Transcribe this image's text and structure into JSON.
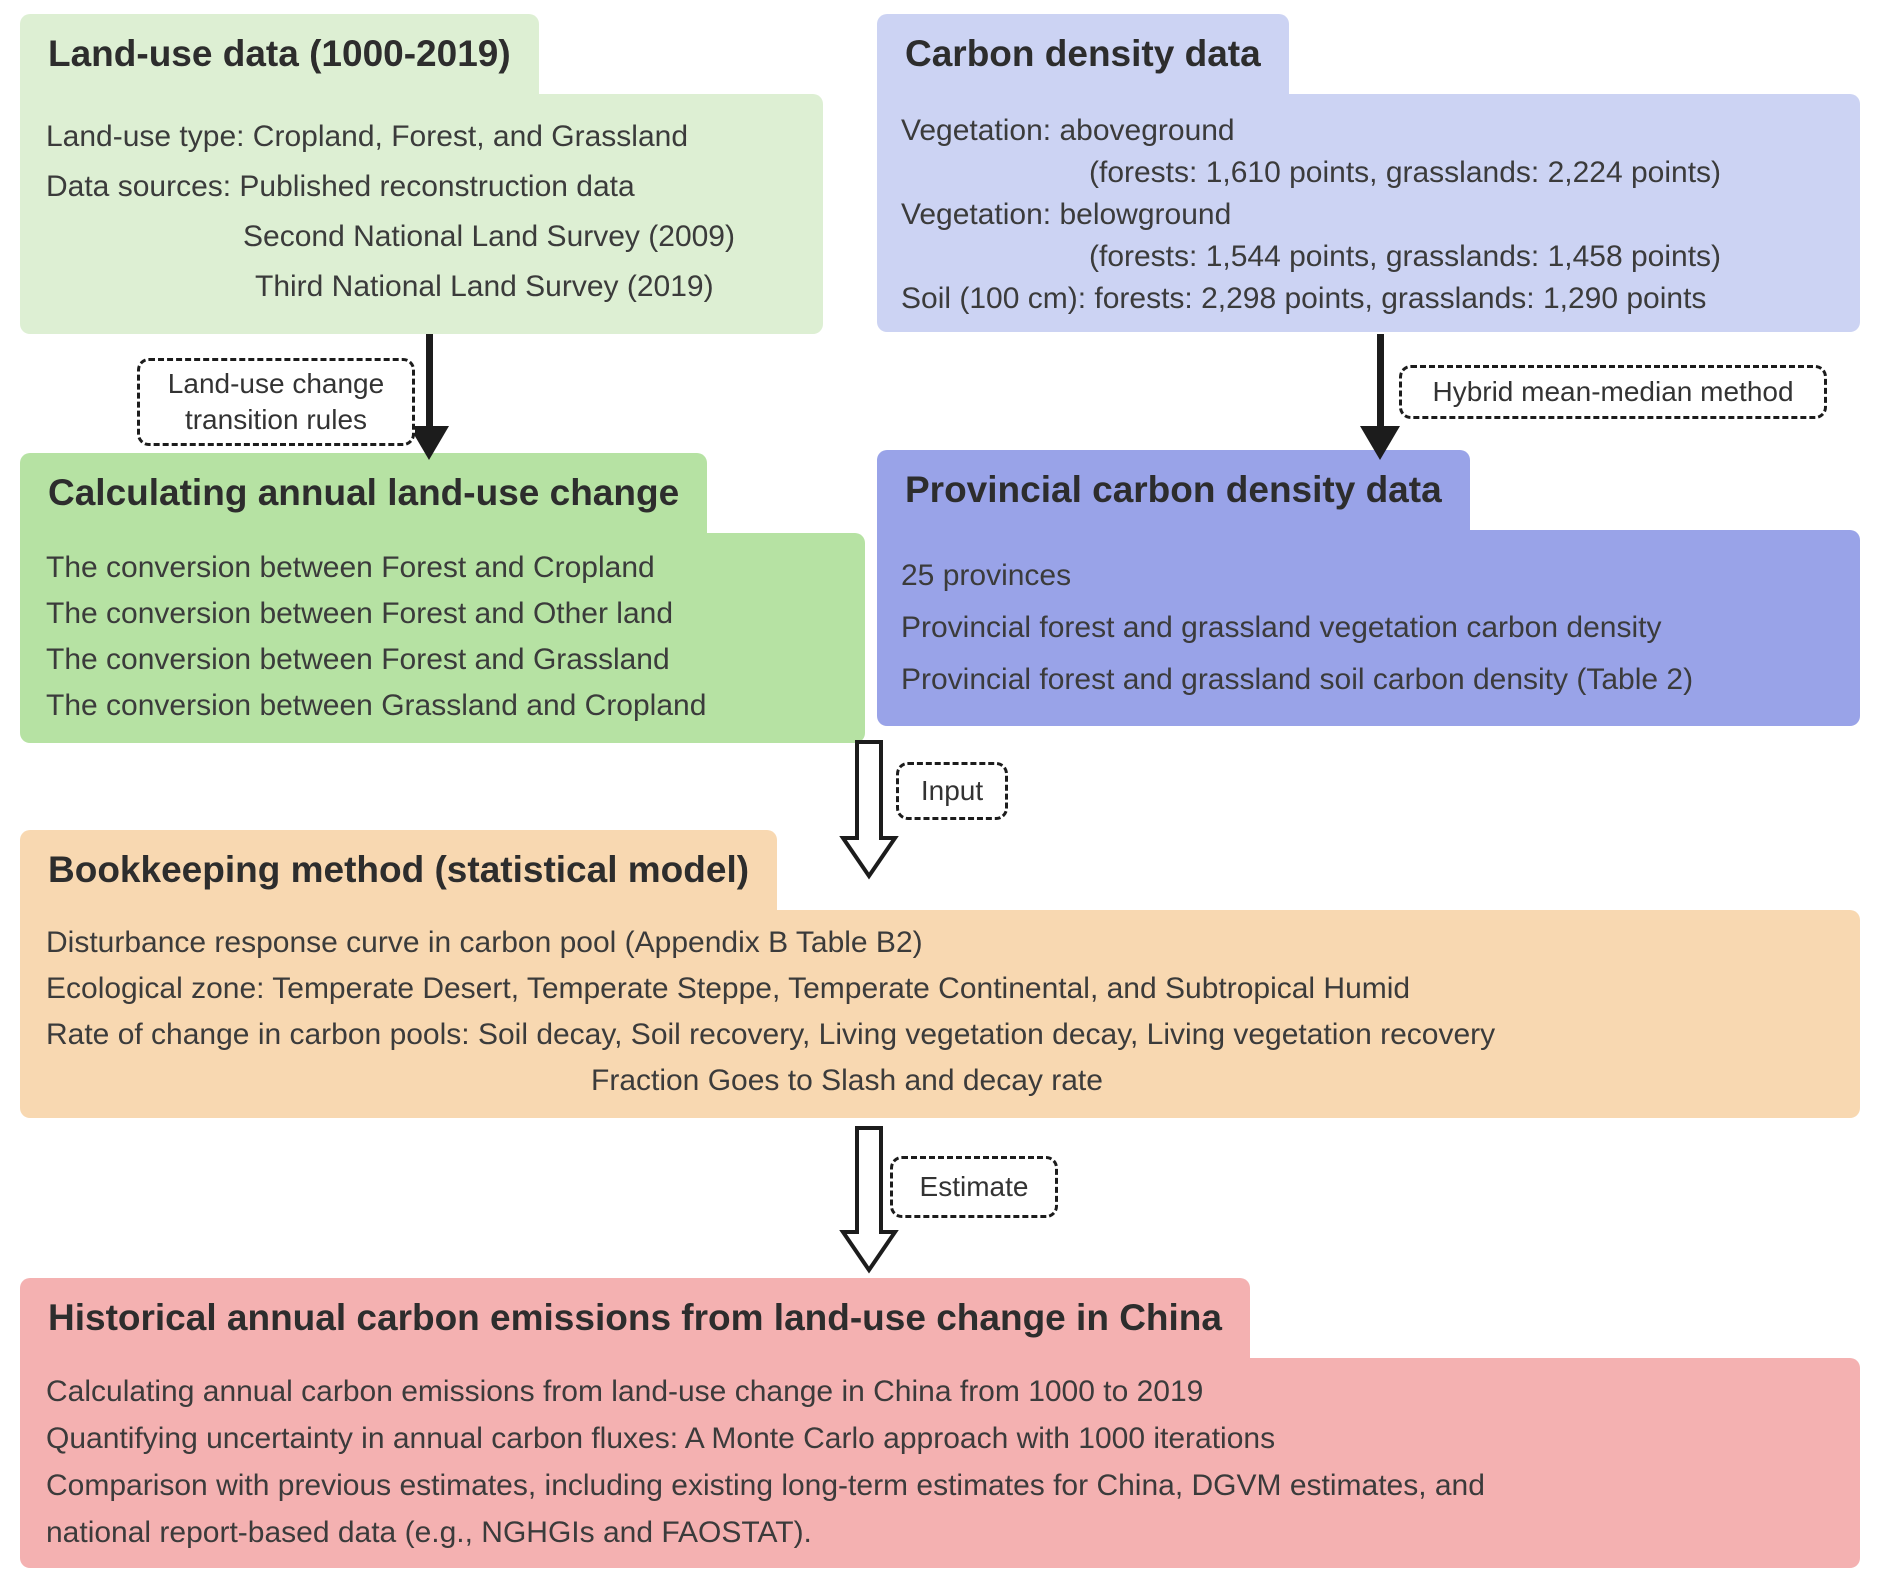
{
  "colors": {
    "light_green": "#ddefd3",
    "green": "#b6e2a3",
    "light_purple": "#ccd3f3",
    "purple": "#99a3e8",
    "orange": "#f8d8b1",
    "pink": "#f4b1b1"
  },
  "boxes": {
    "land_use_data": {
      "title": "Land-use data (1000-2019)",
      "lines": [
        "Land-use type: Cropland, Forest, and Grassland",
        "Data sources: Published reconstruction data",
        "Second National Land Survey (2009)",
        "Third National Land Survey (2019)"
      ]
    },
    "carbon_density": {
      "title": "Carbon density data",
      "lines": [
        "Vegetation: aboveground",
        "(forests: 1,610 points, grasslands: 2,224 points)",
        "Vegetation: belowground",
        "(forests: 1,544 points, grasslands: 1,458 points)",
        "Soil (100 cm): forests: 2,298 points, grasslands: 1,290 points"
      ]
    },
    "annual_land_use_change": {
      "title": "Calculating annual land-use change",
      "lines": [
        "The conversion between Forest and Cropland",
        "The conversion between Forest and Other land",
        "The conversion between Forest and Grassland",
        "The conversion between Grassland and Cropland"
      ]
    },
    "provincial_carbon_density": {
      "title": "Provincial carbon density data",
      "lines": [
        "25 provinces",
        "Provincial forest and grassland vegetation carbon density",
        "Provincial forest and grassland soil carbon density (Table 2)"
      ]
    },
    "bookkeeping": {
      "title": "Bookkeeping method (statistical model)",
      "lines": [
        "Disturbance response curve in carbon pool (Appendix B Table B2)",
        "Ecological zone: Temperate Desert, Temperate Steppe, Temperate Continental, and Subtropical Humid",
        "Rate of change in carbon pools: Soil decay, Soil recovery, Living vegetation decay, Living vegetation recovery",
        "Fraction Goes to Slash and decay rate"
      ]
    },
    "historical_emissions": {
      "title": "Historical annual carbon emissions from land-use change in China",
      "lines": [
        "Calculating annual carbon emissions from land-use change in China from 1000 to 2019",
        "Quantifying uncertainty in annual carbon fluxes: A Monte Carlo approach with 1000 iterations",
        "Comparison with previous estimates, including existing long-term estimates for China, DGVM estimates, and",
        "national report-based data (e.g., NGHGIs and FAOSTAT)."
      ]
    }
  },
  "labels": {
    "landuse_transition_line1": "Land-use change",
    "landuse_transition_line2": "transition rules",
    "hybrid_method": "Hybrid mean-median method",
    "input": "Input",
    "estimate": "Estimate"
  }
}
